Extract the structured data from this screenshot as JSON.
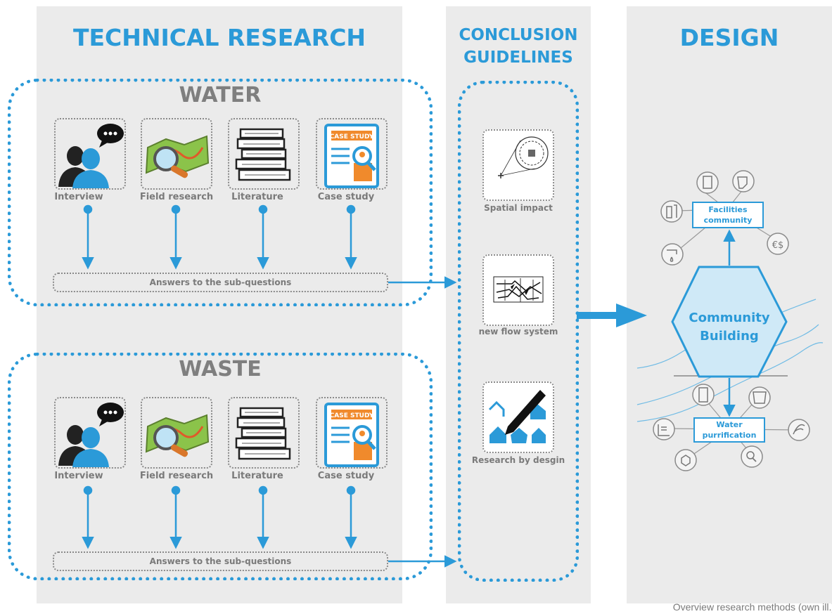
{
  "headings": {
    "technical_research": "TECHNICAL RESEARCH",
    "conclusion_line1": "CONCLUSION",
    "conclusion_line2": "GUIDELINES",
    "design": "DESIGN"
  },
  "sections": [
    {
      "title": "WATER",
      "methods": [
        {
          "label": "Interview",
          "icon": "interview-icon"
        },
        {
          "label": "Field research",
          "icon": "field-research-map-icon"
        },
        {
          "label": "Literature",
          "icon": "books-icon"
        },
        {
          "label": "Case study",
          "icon": "case-study-icon"
        }
      ],
      "answers": "Answers to the sub-questions"
    },
    {
      "title": "WASTE",
      "methods": [
        {
          "label": "Interview",
          "icon": "interview-icon"
        },
        {
          "label": "Field research",
          "icon": "field-research-map-icon"
        },
        {
          "label": "Literature",
          "icon": "books-icon"
        },
        {
          "label": "Case study",
          "icon": "case-study-icon"
        }
      ],
      "answers": "Answers to the sub-questions"
    }
  ],
  "guidelines": [
    {
      "label": "Spatial impact",
      "icon": "spatial-impact-icon"
    },
    {
      "label": "new flow system",
      "icon": "flow-system-icon"
    },
    {
      "label": "Research by desgin",
      "icon": "research-by-design-icon"
    }
  ],
  "design": {
    "center_line1": "Community",
    "center_line2": "Building",
    "facilities_line1": "Facilities",
    "facilities_line2": "community",
    "water_line1": "Water",
    "water_line2": "purrification",
    "case_study_badge": "CASE STUDY"
  },
  "caption": "Overview research methods (own ill.)",
  "colors": {
    "accent": "#2b9ad8",
    "panel": "#ebebeb",
    "muted": "#7f7f7f",
    "light_blue": "#cfe9f7"
  }
}
